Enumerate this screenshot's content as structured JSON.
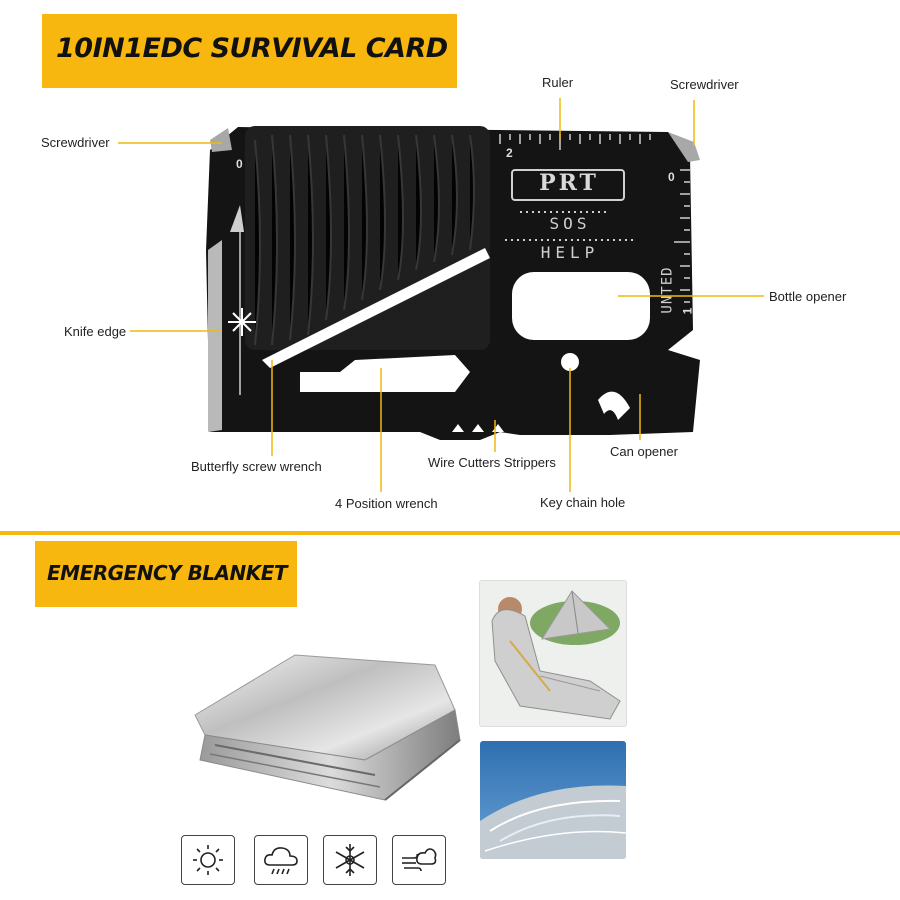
{
  "section1": {
    "title": "10IN1EDC SURVIVAL CARD"
  },
  "card": {
    "brand": "PRT",
    "line1": "SOS",
    "line2": "HELP",
    "side_text": "UNTED",
    "ruler_top": "2",
    "ruler_right": "0",
    "ruler_left": "0",
    "ruler_side_num": "1"
  },
  "callouts": {
    "ruler": "Ruler",
    "screwdriver_right": "Screwdriver",
    "screwdriver_left": "Screwdriver",
    "knife_edge": "Knife edge",
    "bottle_opener": "Bottle opener",
    "butterfly_wrench": "Butterfly screw wrench",
    "wire_cutters": "Wire Cutters Strippers",
    "can_opener": "Can opener",
    "four_position_wrench": "4 Position wrench",
    "key_chain_hole": "Key chain hole"
  },
  "section2": {
    "title": "EMERGENCY BLANKET"
  },
  "weather_icons": [
    "sun-icon",
    "rain-cloud-icon",
    "snowflake-icon",
    "wind-cloud-icon"
  ],
  "colors": {
    "accent": "#f7b70f",
    "card": "#141414",
    "foil": "#c9c9c9"
  }
}
